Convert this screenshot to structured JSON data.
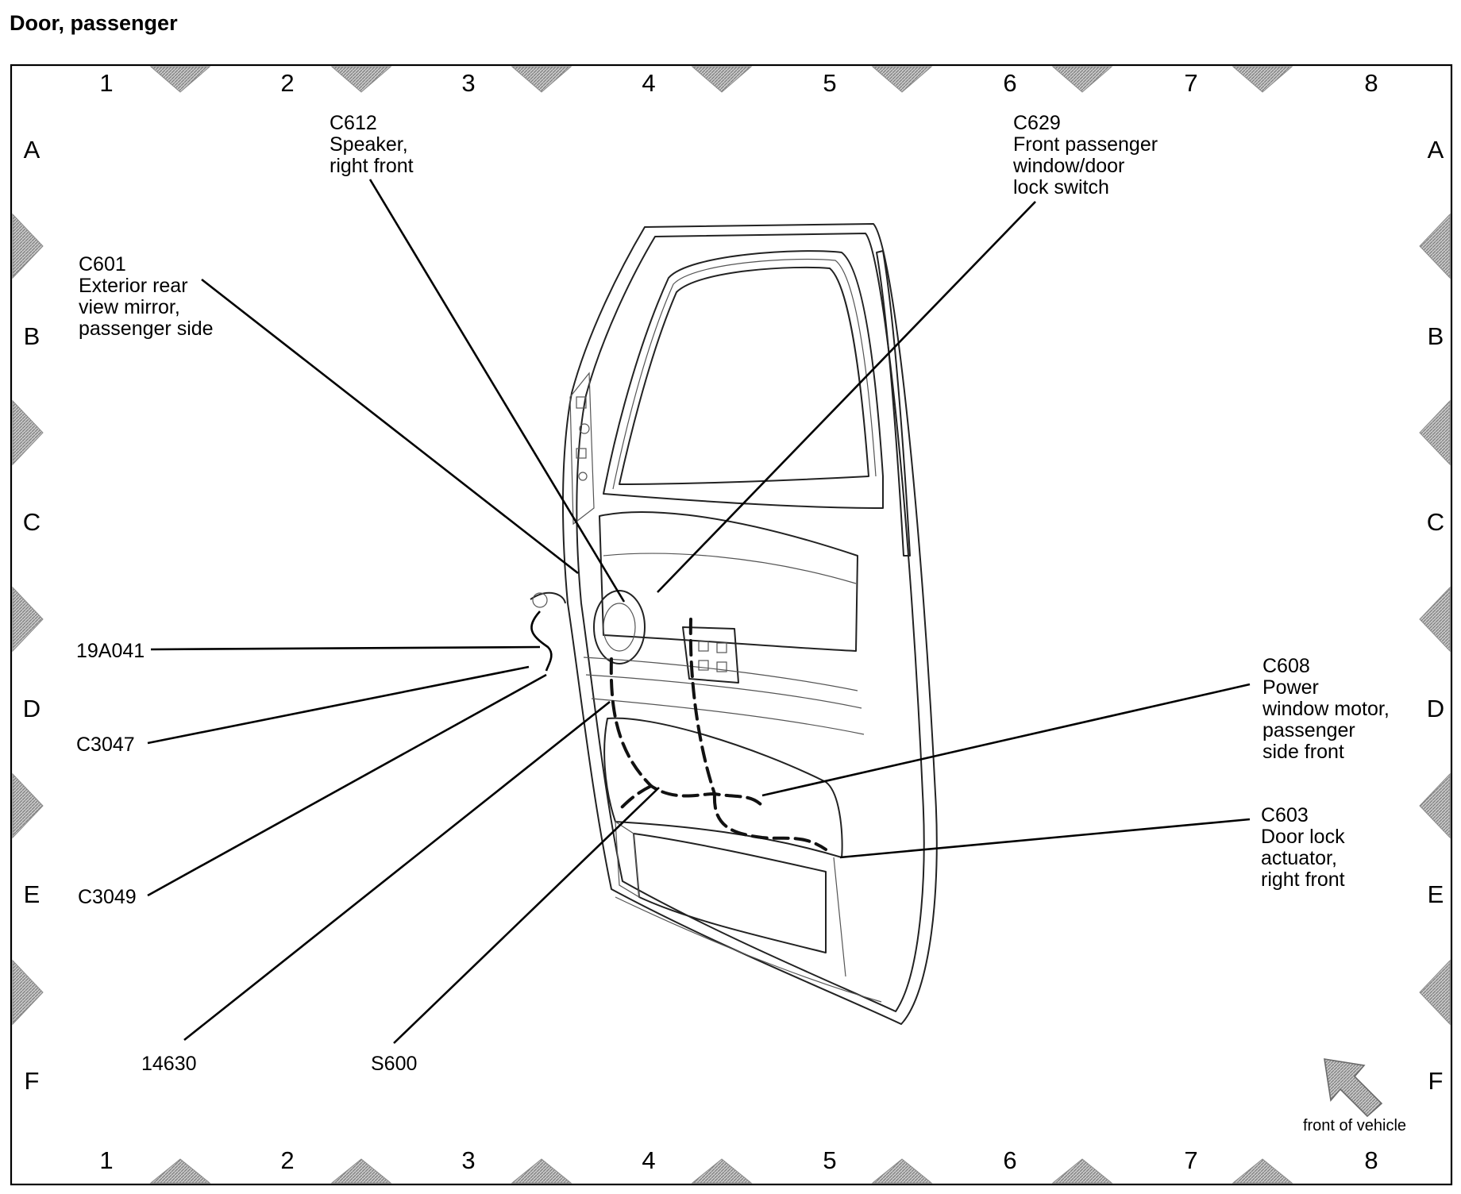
{
  "title": "Door, passenger",
  "grid": {
    "columns": [
      "1",
      "2",
      "3",
      "4",
      "5",
      "6",
      "7",
      "8"
    ],
    "rows": [
      "A",
      "B",
      "C",
      "D",
      "E",
      "F"
    ]
  },
  "callouts": {
    "c612": [
      "C612",
      "Speaker,",
      "right front"
    ],
    "c629": [
      "C629",
      "Front passenger",
      "window/door",
      "lock switch"
    ],
    "c601": [
      "C601",
      "Exterior rear",
      "view mirror,",
      "passenger side"
    ],
    "w19a041": [
      "19A041"
    ],
    "c3047": [
      "C3047"
    ],
    "c3049": [
      "C3049"
    ],
    "w14630": [
      "14630"
    ],
    "s600": [
      "S600"
    ],
    "c608": [
      "C608",
      "Power",
      "window motor,",
      "passenger",
      "side front"
    ],
    "c603": [
      "C603",
      "Door lock",
      "actuator,",
      "right front"
    ]
  },
  "orientation": {
    "label": "front of vehicle",
    "icon": "arrow-icon"
  },
  "colors": {
    "line": "#000000",
    "frame_hatch": "#9a9a9a"
  }
}
